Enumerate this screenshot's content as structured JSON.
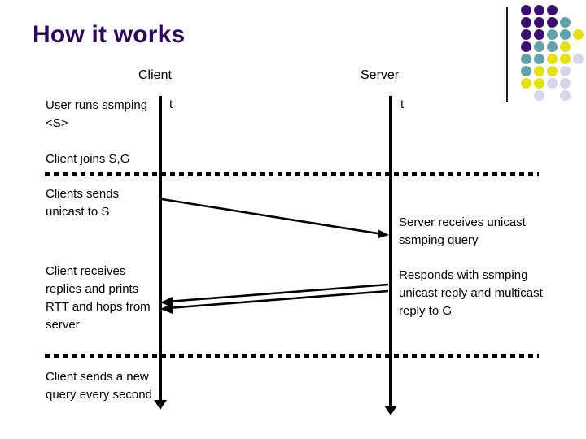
{
  "slide": {
    "title": "How it works",
    "title_color": "#2d0a55",
    "background_color": "#ffffff"
  },
  "columns": {
    "client_heading": "Client",
    "server_heading": "Server",
    "client_time_label": "t",
    "server_time_label": "t"
  },
  "notes": {
    "user_runs": "User runs ssmping <S>",
    "client_joins": "Client joins S,G",
    "clients_sends": "Clients sends unicast to S",
    "client_receives": "Client receives replies and prints RTT and hops from server",
    "client_new_query": "Client sends a new query every second",
    "server_receives": "Server receives unicast  ssmping query",
    "server_responds": "Responds with ssmping unicast reply and multicast reply to G"
  },
  "arrows": [
    {
      "name": "unicast-query",
      "direction": "client-to-server"
    },
    {
      "name": "unicast-reply",
      "direction": "server-to-client"
    },
    {
      "name": "multicast-reply",
      "direction": "server-to-client"
    }
  ],
  "decoration": {
    "divider_color": "#1b1b33",
    "palette": {
      "purple": "#3b0f6f",
      "teal": "#63a0a8",
      "yellow": "#e3df1b",
      "lavender": "#d6d6ea"
    },
    "dot_grid": [
      [
        "purple",
        "purple",
        "purple",
        null,
        null
      ],
      [
        "purple",
        "purple",
        "purple",
        "teal",
        null
      ],
      [
        "purple",
        "purple",
        "teal",
        "teal",
        "yellow"
      ],
      [
        "purple",
        "teal",
        "teal",
        "yellow",
        null
      ],
      [
        "teal",
        "teal",
        "yellow",
        "yellow",
        "lavender"
      ],
      [
        "teal",
        "yellow",
        "yellow",
        "lavender",
        null
      ],
      [
        "yellow",
        "yellow",
        "lavender",
        "lavender",
        null
      ],
      [
        null,
        "lavender",
        null,
        "lavender",
        null
      ]
    ]
  }
}
